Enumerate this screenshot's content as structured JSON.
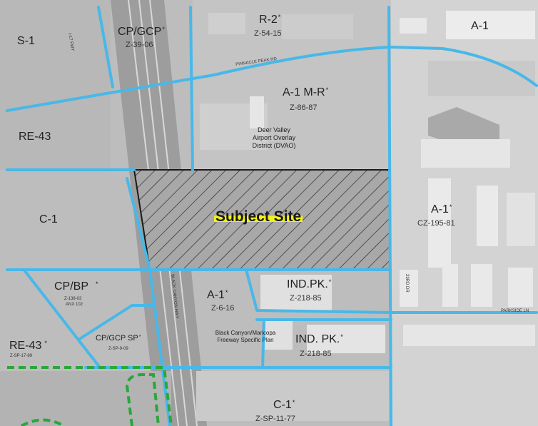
{
  "map": {
    "subject_site": "Subject Site",
    "colors": {
      "boundary": "#48b8e8",
      "specific_plan": "#2aa63a",
      "subject_fill": "#a6a6a6",
      "highlight": "#f2f21a"
    },
    "zones": [
      {
        "code": "S-1",
        "case": ""
      },
      {
        "code": "CP/GCP",
        "case": "Z-39-06"
      },
      {
        "code": "R-2",
        "case": "Z-54-15"
      },
      {
        "code": "A-1",
        "case": ""
      },
      {
        "code": "A-1 M-R",
        "case": "Z-86-87"
      },
      {
        "code": "RE-43",
        "case": ""
      },
      {
        "code": "C-1",
        "case": ""
      },
      {
        "code": "A-1",
        "case": "CZ-195-81"
      },
      {
        "code": "CP/BP",
        "case": "Z-138-03",
        "case2": "ANX 102"
      },
      {
        "code": "A-1",
        "case": "Z-6-16"
      },
      {
        "code": "IND.PK.",
        "case": "Z-218-85"
      },
      {
        "code": "IND. PK.",
        "case": "Z-218-85"
      },
      {
        "code": "CP/GCP SP",
        "case": "Z-SP-9-09"
      },
      {
        "code": "RE-43",
        "case": "Z-SP-17-89"
      },
      {
        "code": "C-1",
        "case": "Z-SP-11-77"
      }
    ],
    "overlay": {
      "line1": "Deer Valley",
      "line2": "Airport Overlay",
      "line3": "District (DVAO)"
    },
    "specific_plan": {
      "line1": "Black Canyon/Maricopa",
      "line2": "Freeway Specific Plan"
    },
    "roads": {
      "pinnacle_peak": "PINNACLE PEAK RD",
      "black_canyon": "BLACK CANYON HWY",
      "parkside": "PARKSIDE LN",
      "frontage_nw": "I-17 FWY",
      "frontage_e": "23RD DR"
    }
  }
}
